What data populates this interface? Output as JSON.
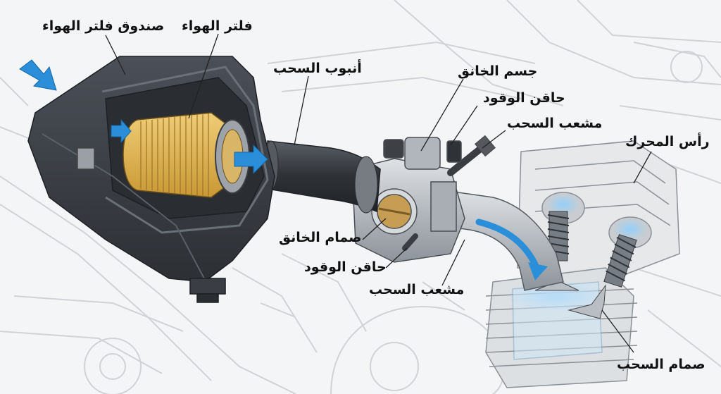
{
  "labels": {
    "airbox": "صندوق فلتر الهواء",
    "air_filter": "فلتر الهواء",
    "intake_tube": "أنبوب السحب",
    "throttle_body": "جسم الخانق",
    "injector_top": "حاقن الوقود",
    "manifold_top": "مشعب السحب",
    "engine_head": "رأس المحرك",
    "throttle_valve": "صمام الخانق",
    "injector_bottom": "حاقن الوقود",
    "manifold_bottom": "مشعب السحب",
    "intake_valve": "صمام السحب"
  },
  "colors": {
    "airflow_arrow": "#2a8fd8",
    "filter": "#e0b85a",
    "housing": "#3c4046",
    "metal": "#b9bec4",
    "sketch": "#d0d4d8"
  }
}
